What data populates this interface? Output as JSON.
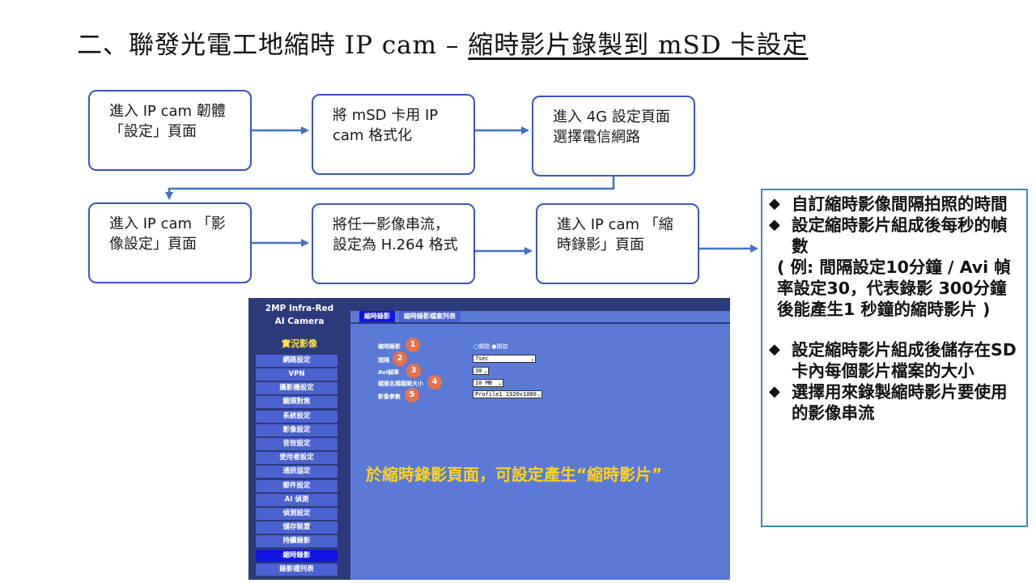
{
  "title": {
    "part_a": "二、聯發光電工地縮時 IP cam –  ",
    "part_b": "縮時影片錄製到 mSD 卡設定"
  },
  "flow": {
    "step1": "進入 IP cam 韌體「設定」頁面",
    "step2": "將 mSD 卡用 IP cam 格式化",
    "step3": "進入 4G 設定頁面選擇電信網路",
    "step4": "進入 IP cam 「影像設定」頁面",
    "step5": "將任一影像串流，設定為 H.264 格式",
    "step6": "進入 IP cam 「縮時錄影」頁面"
  },
  "info": {
    "bullet1": "自訂縮時影像間隔拍照的時間",
    "bullet2": "設定縮時影片組成後每秒的幀數",
    "note": "( 例: 間隔設定10分鐘 / Avi 幀率設定30，代表錄影 300分鐘後能產生1 秒鐘的縮時影片 )",
    "bullet3": "設定縮時影片組成後儲存在SD卡內每個影片檔案的大小",
    "bullet4": "選擇用來錄製縮時影片要使用的影像串流"
  },
  "camera_ui": {
    "brand_line1": "2MP Infra-Red",
    "brand_line2": "AI Camera",
    "live_view": "實況影像",
    "menu": [
      "網路設定",
      "VPN",
      "攝影機設定",
      "鏡頭對焦",
      "系統設定",
      "影像設定",
      "音效設定",
      "使用者設定",
      "通訊協定",
      "郵件設定",
      "AI 偵測",
      "偵測設定",
      "儲存裝置",
      "持續錄影",
      "縮時錄影",
      "錄影檔列表"
    ],
    "active_menu": "縮時錄影",
    "tabs": [
      "縮時錄影",
      "縮時錄影檔案列表"
    ],
    "fields": [
      {
        "label": "縮時錄影",
        "badge": "1"
      },
      {
        "label": "間隔",
        "badge": "2"
      },
      {
        "label": "Avi幀率",
        "badge": "3"
      },
      {
        "label": "檔案名稱檔案大小",
        "badge": "4"
      },
      {
        "label": "影像參數",
        "badge": "5"
      }
    ],
    "radio_off": "關閉",
    "radio_on": "開啟",
    "interval_value": "7sec",
    "fps_value": "30",
    "size_value": "10 MB",
    "stream_value": "Profile1 1920x1080",
    "caption": "於縮時錄影頁面，可設定產生“縮時影片”"
  },
  "colors": {
    "flow_border": "#3b54c4",
    "arrow": "#4472c4",
    "info_border": "#3d8db3",
    "camera_bg": "#5a7ad6",
    "camera_sidebar": "#2c3a7a",
    "badge": "#e3734e",
    "caption": "#ffd21c"
  }
}
